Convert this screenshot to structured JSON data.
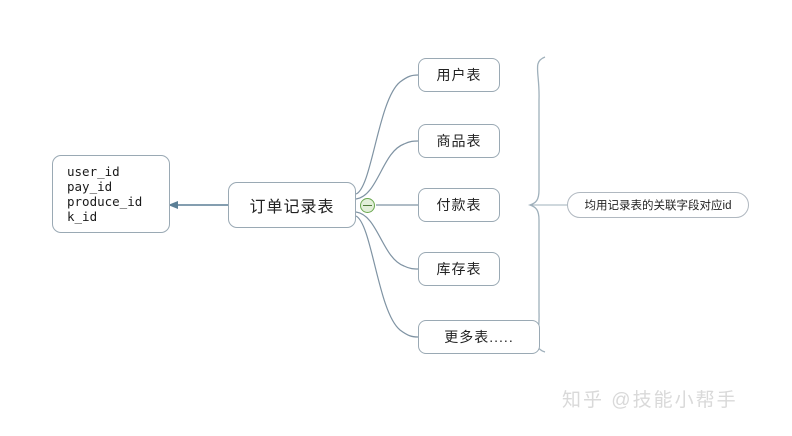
{
  "diagram": {
    "background": "#ffffff",
    "line_color": "#7f93a3",
    "box_border": "#9aa9b4",
    "toggle_color": "#6aa84f",
    "watermark_color": "#d9d9d9",
    "center_node": {
      "label": "订单记录表"
    },
    "fields_node": {
      "lines": "user_id\npay_id\nproduce_id\nk_id",
      "line_items": [
        "user_id",
        "pay_id",
        "produce_id",
        "k_id"
      ]
    },
    "leaves": [
      {
        "label": "用户表"
      },
      {
        "label": "商品表"
      },
      {
        "label": "付款表"
      },
      {
        "label": "库存表"
      },
      {
        "label": "更多表....."
      }
    ],
    "annotation": {
      "text": "均用记录表的关联字段对应id"
    },
    "watermark": {
      "text": "知乎 @技能小帮手"
    },
    "toggle": {
      "state": "expanded",
      "glyph": "−"
    }
  }
}
